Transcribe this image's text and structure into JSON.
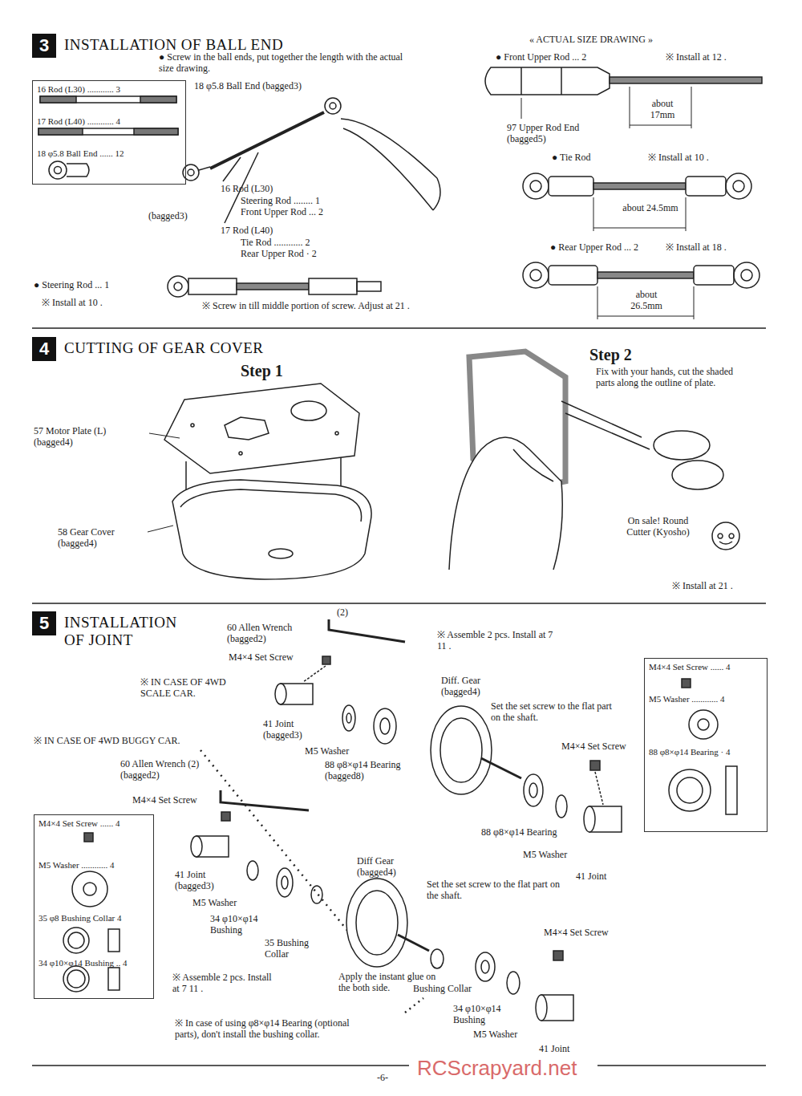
{
  "diagram": {
    "nodes": [
      {
        "text": [
          "3",
          "INSTALLATION OF BALL END"
        ]
      },
      {
        "text": [
          "16 Rod (L30) ............ 3",
          "17 Rod (L40) ............ 4",
          "18 φ5.8 Ball End ...... 12"
        ]
      },
      {
        "text": [
          "4",
          "CUTTING OF GEAR COVER"
        ]
      },
      {
        "text": [
          "5",
          "INSTALLATION OF JOINT"
        ]
      },
      {
        "text": [
          "M4×4 Set Screw ...... 4",
          "M5 Washer ............ 4",
          "88 φ8×φ14 Bearing · 4"
        ]
      },
      {
        "text": [
          "M4×4 Set Screw ...... 4",
          "M5 Washer ............ 4",
          "35 φ8 Bushing Collar 4",
          "34 φ10×φ14 Bushing .. 4"
        ]
      }
    ],
    "labels": [
      "● Screw in the ball ends, put together the length with the actual size drawing.",
      "18 φ5.8 Ball End (bagged3)",
      "16 Rod (L30)",
      "Steering Rod ........ 1",
      "Front Upper Rod ... 2",
      "17 Rod (L40)",
      "Tie Rod ............ 2",
      "Rear Upper Rod · 2",
      "(bagged3)",
      "● Steering Rod ... 1",
      "※ Install at 10 .",
      "※ Screw in till middle portion of screw. Adjust at 21 .",
      "« ACTUAL SIZE DRAWING »",
      "● Front Upper Rod ... 2",
      "※ Install at 12 .",
      "about 17mm",
      "97 Upper Rod End (bagged5)",
      "● Tie Rod",
      "※ Install at 10 .",
      "about 24.5mm",
      "● Rear Upper Rod ... 2",
      "※ Install at 18 .",
      "about 26.5mm",
      "Step 1",
      "57 Motor Plate (L) (bagged4)",
      "58 Gear Cover (bagged4)",
      "Step 2",
      "Fix with your hands, cut the shaded parts along the outline of plate.",
      "On sale! Round Cutter (Kyosho)",
      "※ Install at 21 .",
      "60 Allen Wrench (bagged2)",
      "(2)",
      "M4×4 Set Screw",
      "※ Assemble 2 pcs. Install at 7 11 .",
      "※ IN CASE OF 4WD SCALE CAR.",
      "41 Joint (bagged3)",
      "M5 Washer",
      "88 φ8×φ14 Bearing (bagged8)",
      "Diff. Gear (bagged4)",
      "Set the set screw to the flat part on the shaft.",
      "M4×4 Set Screw",
      "88 φ8×φ14 Bearing",
      "M5 Washer",
      "41 Joint",
      "※ IN CASE OF 4WD BUGGY CAR.",
      "60 Allen Wrench (2) (bagged2)",
      "M4×4 Set Screw",
      "41 Joint (bagged3)",
      "M5 Washer",
      "34 φ10×φ14 Bushing",
      "35 Bushing Collar",
      "Diff Gear (bagged4)",
      "Set the set screw to the flat part on the shaft.",
      "※ Assemble 2 pcs. Install at 7 11 .",
      "Apply the instant glue on the both side.",
      "Bushing Collar",
      "34 φ10×φ14 Bushing",
      "M5 Washer",
      "M4×4 Set Screw",
      "※ In case of using φ8×φ14 Bearing (optional parts), don't install the bushing collar.",
      "41 Joint",
      "-6-",
      "RCScrapyard.net"
    ]
  }
}
